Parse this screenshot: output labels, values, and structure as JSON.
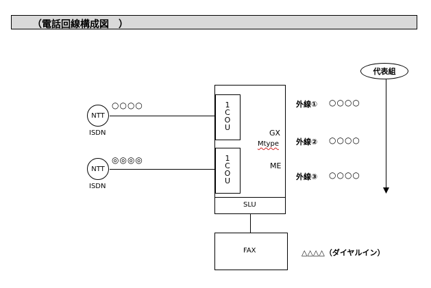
{
  "title": "（電話回線構成図　）",
  "lines": [
    {
      "carrier": "NTT",
      "type": "ISDN",
      "number_marks": "○○○○",
      "mark_style": "ring"
    },
    {
      "carrier": "NTT",
      "type": "ISDN",
      "number_marks": "◎◎◎◎",
      "mark_style": "double-ring"
    }
  ],
  "pbx": {
    "cou_label": "1COU",
    "model_line1": "GX",
    "model_line2": "Mtype",
    "model_line3": "ME",
    "slu_label": "SLU"
  },
  "outer_lines": [
    {
      "label": "外線①",
      "number": "○○○○"
    },
    {
      "label": "外線②",
      "number": "○○○○"
    },
    {
      "label": "外線③",
      "number": "○○○○"
    }
  ],
  "group": {
    "label": "代表組"
  },
  "fax": {
    "label": "FAX",
    "number": "△△△△（ダイヤルイン）"
  },
  "colors": {
    "title_bg": "#d9d9d9",
    "line": "#000000"
  }
}
